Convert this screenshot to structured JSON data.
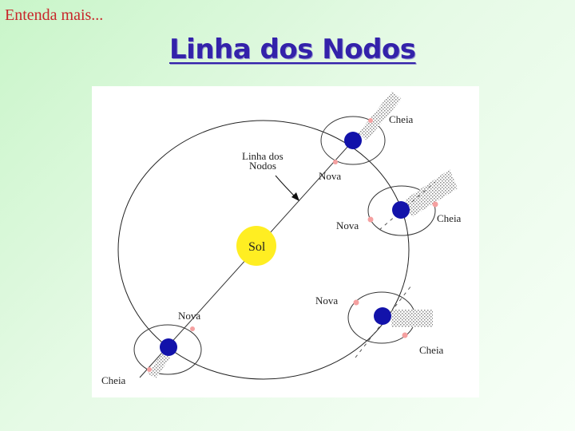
{
  "header": {
    "corner_title": "Entenda mais...",
    "title": "Linha dos Nodos"
  },
  "diagram": {
    "sun_label": "Sol",
    "node_line_label_1": "Linha dos",
    "node_line_label_2": "Nodos",
    "moon_new": "Nova",
    "moon_full": "Cheia",
    "colors": {
      "sun": "#ffee22",
      "earth": "#1212aa",
      "moon_dot": "#f5a0a0",
      "title": "#3322aa",
      "corner_title": "#c8262a"
    }
  }
}
